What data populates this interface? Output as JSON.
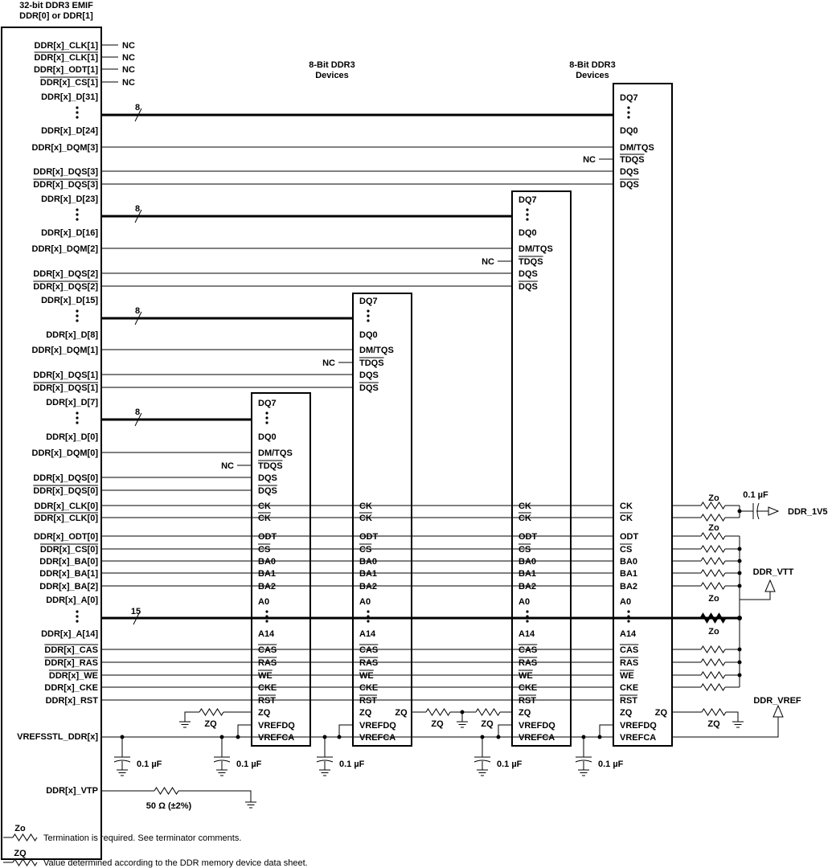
{
  "controller": {
    "title_line1": "32-bit DDR3 EMIF",
    "title_line2": "DDR[0] or DDR[1]",
    "nc_pins": [
      {
        "label": "DDR[x]_CLK[1]",
        "overline": false
      },
      {
        "label": "DDR[x]_CLK[1]",
        "overline": true
      },
      {
        "label": "DDR[x]_ODT[1]",
        "overline": false
      },
      {
        "label": "DDR[x]_CS[1]",
        "overline": true
      }
    ],
    "nc_label": "NC",
    "byte_lanes": [
      {
        "d_hi": "DDR[x]_D[31]",
        "d_lo": "DDR[x]_D[24]",
        "dqm": "DDR[x]_DQM[3]",
        "dqs": "DDR[x]_DQS[3]",
        "dqsn": "DDR[x]_DQS[3]"
      },
      {
        "d_hi": "DDR[x]_D[23]",
        "d_lo": "DDR[x]_D[16]",
        "dqm": "DDR[x]_DQM[2]",
        "dqs": "DDR[x]_DQS[2]",
        "dqsn": "DDR[x]_DQS[2]"
      },
      {
        "d_hi": "DDR[x]_D[15]",
        "d_lo": "DDR[x]_D[8]",
        "dqm": "DDR[x]_DQM[1]",
        "dqs": "DDR[x]_DQS[1]",
        "dqsn": "DDR[x]_DQS[1]"
      },
      {
        "d_hi": "DDR[x]_D[7]",
        "d_lo": "DDR[x]_D[0]",
        "dqm": "DDR[x]_DQM[0]",
        "dqs": "DDR[x]_DQS[0]",
        "dqsn": "DDR[x]_DQS[0]"
      }
    ],
    "bus_width_8": "8",
    "bus_width_15": "15",
    "ctrl_pins": [
      {
        "label": "DDR[x]_CLK[0]",
        "overline": false
      },
      {
        "label": "DDR[x]_CLK[0]",
        "overline": true
      },
      {
        "label": "DDR[x]_ODT[0]",
        "overline": false
      },
      {
        "label": "DDR[x]_CS[0]",
        "overline": true
      },
      {
        "label": "DDR[x]_BA[0]",
        "overline": false
      },
      {
        "label": "DDR[x]_BA[1]",
        "overline": false
      },
      {
        "label": "DDR[x]_BA[2]",
        "overline": false
      }
    ],
    "addr_hi": "DDR[x]_A[0]",
    "addr_lo": "DDR[x]_A[14]",
    "ctrl_pins2": [
      {
        "label": "DDR[x]_CAS",
        "overline": true
      },
      {
        "label": "DDR[x]_RAS",
        "overline": true
      },
      {
        "label": "DDR[x]_WE",
        "overline": true
      },
      {
        "label": "DDR[x]_CKE",
        "overline": false
      },
      {
        "label": "DDR[x]_RST",
        "overline": false
      }
    ],
    "vref_label": "VREFSSTL_DDR[x]",
    "vtp_label": "DDR[x]_VTP",
    "vtp_resistor": "50 Ω (±2%)"
  },
  "device_title": [
    "8-Bit DDR3",
    "Devices"
  ],
  "device_pins": {
    "dq7": "DQ7",
    "dq0": "DQ0",
    "dm": "DM/TQS",
    "tdqs": "TDQS",
    "dqs": "DQS",
    "dqsn": "DQS",
    "ck": "CK",
    "ckn": "CK",
    "odt": "ODT",
    "cs": "CS",
    "ba0": "BA0",
    "ba1": "BA1",
    "ba2": "BA2",
    "a0": "A0",
    "a14": "A14",
    "cas": "CAS",
    "ras": "RAS",
    "we": "WE",
    "cke": "CKE",
    "rst": "RST",
    "zq": "ZQ",
    "vrefdq": "VREFDQ",
    "vrefca": "VREFCA"
  },
  "passives": {
    "zq": "ZQ",
    "zo": "Zo",
    "cap": "0.1 µF"
  },
  "rails": {
    "ddr_1v5": "DDR_1V5",
    "ddr_vtt": "DDR_VTT",
    "ddr_vref": "DDR_VREF"
  },
  "legend": {
    "zo_symbol": "Zo",
    "zo_text": "Termination is required. See terminator comments.",
    "zq_symbol": "ZQ",
    "zq_text": "Value determined according to the DDR memory device data sheet."
  }
}
